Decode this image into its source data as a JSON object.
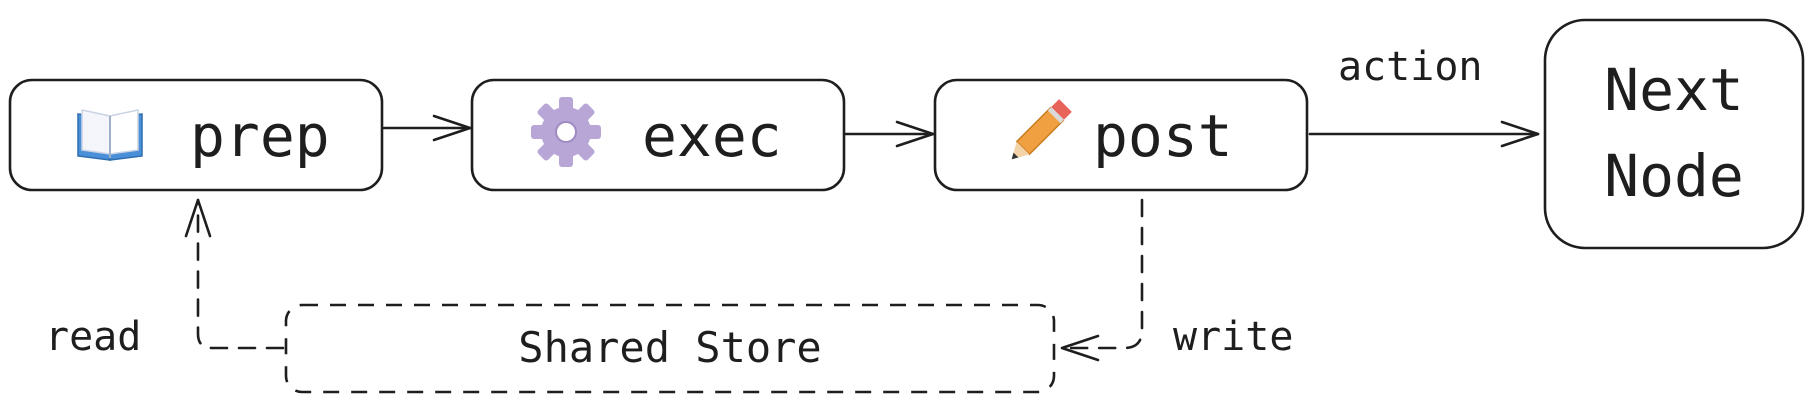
{
  "nodes": {
    "prep": {
      "label": "prep",
      "icon": "open-book-icon"
    },
    "exec": {
      "label": "exec",
      "icon": "gear-icon"
    },
    "post": {
      "label": "post",
      "icon": "pencil-icon"
    },
    "next": {
      "line1": "Next",
      "line2": "Node"
    }
  },
  "store": {
    "label": "Shared Store"
  },
  "edges": {
    "action": "action",
    "read": "read",
    "write": "write"
  },
  "colors": {
    "ink": "#1e1e1e",
    "book_cover": "#4a90d9",
    "gear": "#b7a6d6",
    "pencil_body": "#f0a040",
    "pencil_eraser": "#e8645a"
  }
}
